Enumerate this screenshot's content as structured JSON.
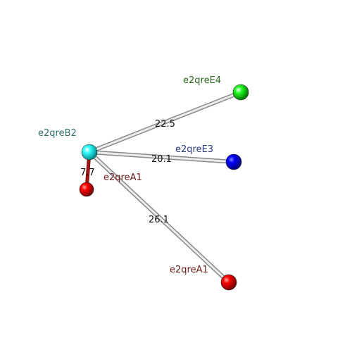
{
  "nodes": [
    {
      "id": "B2",
      "label": "e2qreB2",
      "color": "#00e5e5",
      "label_color": "#2f6f6f"
    },
    {
      "id": "E4",
      "label": "e2qreE4",
      "color": "#00dd00",
      "label_color": "#2a6a1a"
    },
    {
      "id": "E3",
      "label": "e2qreE3",
      "color": "#0000dd",
      "label_color": "#2a3a7a"
    },
    {
      "id": "A1a",
      "label": "e2qreA1",
      "color": "#ee0000",
      "label_color": "#6a1a1a"
    },
    {
      "id": "A1b",
      "label": "e2qreA1",
      "color": "#ee0000",
      "label_color": "#6a1a1a"
    }
  ],
  "edges": [
    {
      "from": "B2",
      "to": "E4",
      "label": "22.5",
      "color": "#cccccc"
    },
    {
      "from": "B2",
      "to": "E3",
      "label": "20.1",
      "color": "#cccccc"
    },
    {
      "from": "B2",
      "to": "A1b",
      "label": "26.1",
      "color": "#cccccc"
    },
    {
      "from": "B2",
      "to": "A1a",
      "label": "7.7",
      "color": "#aa1111"
    }
  ]
}
